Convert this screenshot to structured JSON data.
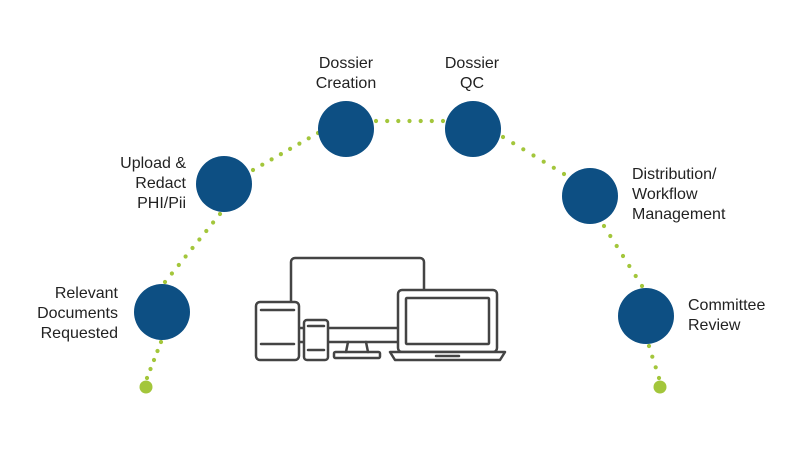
{
  "colors": {
    "node_fill": "#0d4f83",
    "dot": "#a3c63b",
    "device_stroke": "#444444",
    "text": "#222222"
  },
  "steps": [
    {
      "id": "relevant-documents-requested",
      "lines": [
        "Relevant",
        "Documents",
        "Requested"
      ]
    },
    {
      "id": "upload-redact",
      "lines": [
        "Upload &",
        "Redact",
        "PHI/Pii"
      ]
    },
    {
      "id": "dossier-creation",
      "lines": [
        "Dossier",
        "Creation"
      ]
    },
    {
      "id": "dossier-qc",
      "lines": [
        "Dossier",
        "QC"
      ]
    },
    {
      "id": "distribution-workflow",
      "lines": [
        "Distribution/",
        "Workflow",
        "Management"
      ]
    },
    {
      "id": "committee-review",
      "lines": [
        "Committee",
        "Review"
      ]
    }
  ],
  "center_graphic": {
    "icon": "devices-icon",
    "devices": [
      "tablet-icon",
      "phone-icon",
      "desktop-monitor-icon",
      "laptop-icon"
    ]
  }
}
